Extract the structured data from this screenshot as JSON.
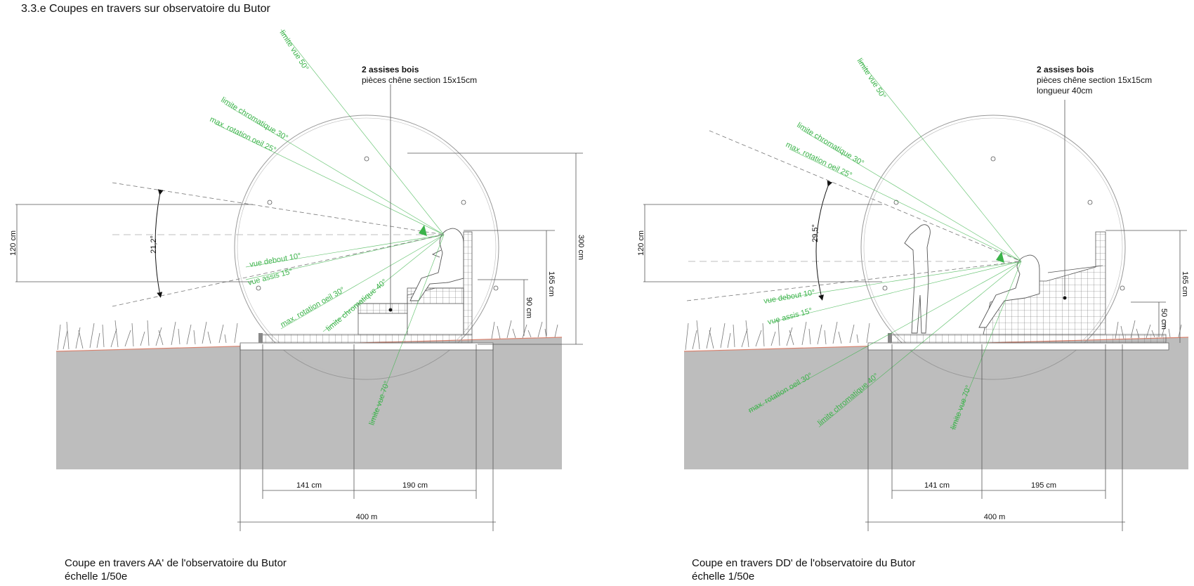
{
  "page_title": "3.3.e Coupes en travers sur observatoire du Butor",
  "colors": {
    "ground": "#bdbdbd",
    "sight_lines": "#3bb34a",
    "ground_line": "#d9826e",
    "linework": "#555555"
  },
  "section_aa": {
    "caption_line1": "Coupe en travers AA' de l'observatoire du Butor",
    "caption_line2": "échelle 1/50e",
    "note_title": "2 assises bois",
    "note_line1": "pièces chêne section 15x15cm",
    "angle_label": "21,2°",
    "dim_left": "120 cm",
    "dim_total_height": "300 cm",
    "dim_seat_back": "165 cm",
    "dim_seat": "90 cm",
    "dim_a": "141 cm",
    "dim_b": "190 cm",
    "dim_total": "400 m",
    "sight": {
      "vue50": "limite vue 50°",
      "chrom30": "limite chromatique 30°",
      "rot25": "max. rotation oeil 25°",
      "debout10": "vue debout 10°",
      "assis15": "vue assis 15°",
      "rot30": "max. rotation oeil 30°",
      "chrom40": "limite chromatique 40°",
      "vue70": "limite vue 70°"
    }
  },
  "section_dd": {
    "caption_line1": "Coupe en travers DD' de l'observatoire du Butor",
    "caption_line2": "échelle 1/50e",
    "note_title": "2 assises bois",
    "note_line1": "pièces chêne section 15x15cm",
    "note_line2": "longueur 40cm",
    "angle_label": "29,5°",
    "dim_left": "120 cm",
    "dim_seat_back": "165 cm",
    "dim_seat": "50 cm",
    "dim_a": "141 cm",
    "dim_b": "195 cm",
    "dim_total": "400 m",
    "sight": {
      "vue50": "limite vue 50°",
      "chrom30": "limite chromatique 30°",
      "rot25": "max. rotation oeil 25°",
      "debout10": "vue debout 10°",
      "assis15": "vue assis 15°",
      "rot30": "max. rotation oeil 30°",
      "chrom40": "limite chromatique 40°",
      "vue70": "limite vue 70°"
    }
  }
}
